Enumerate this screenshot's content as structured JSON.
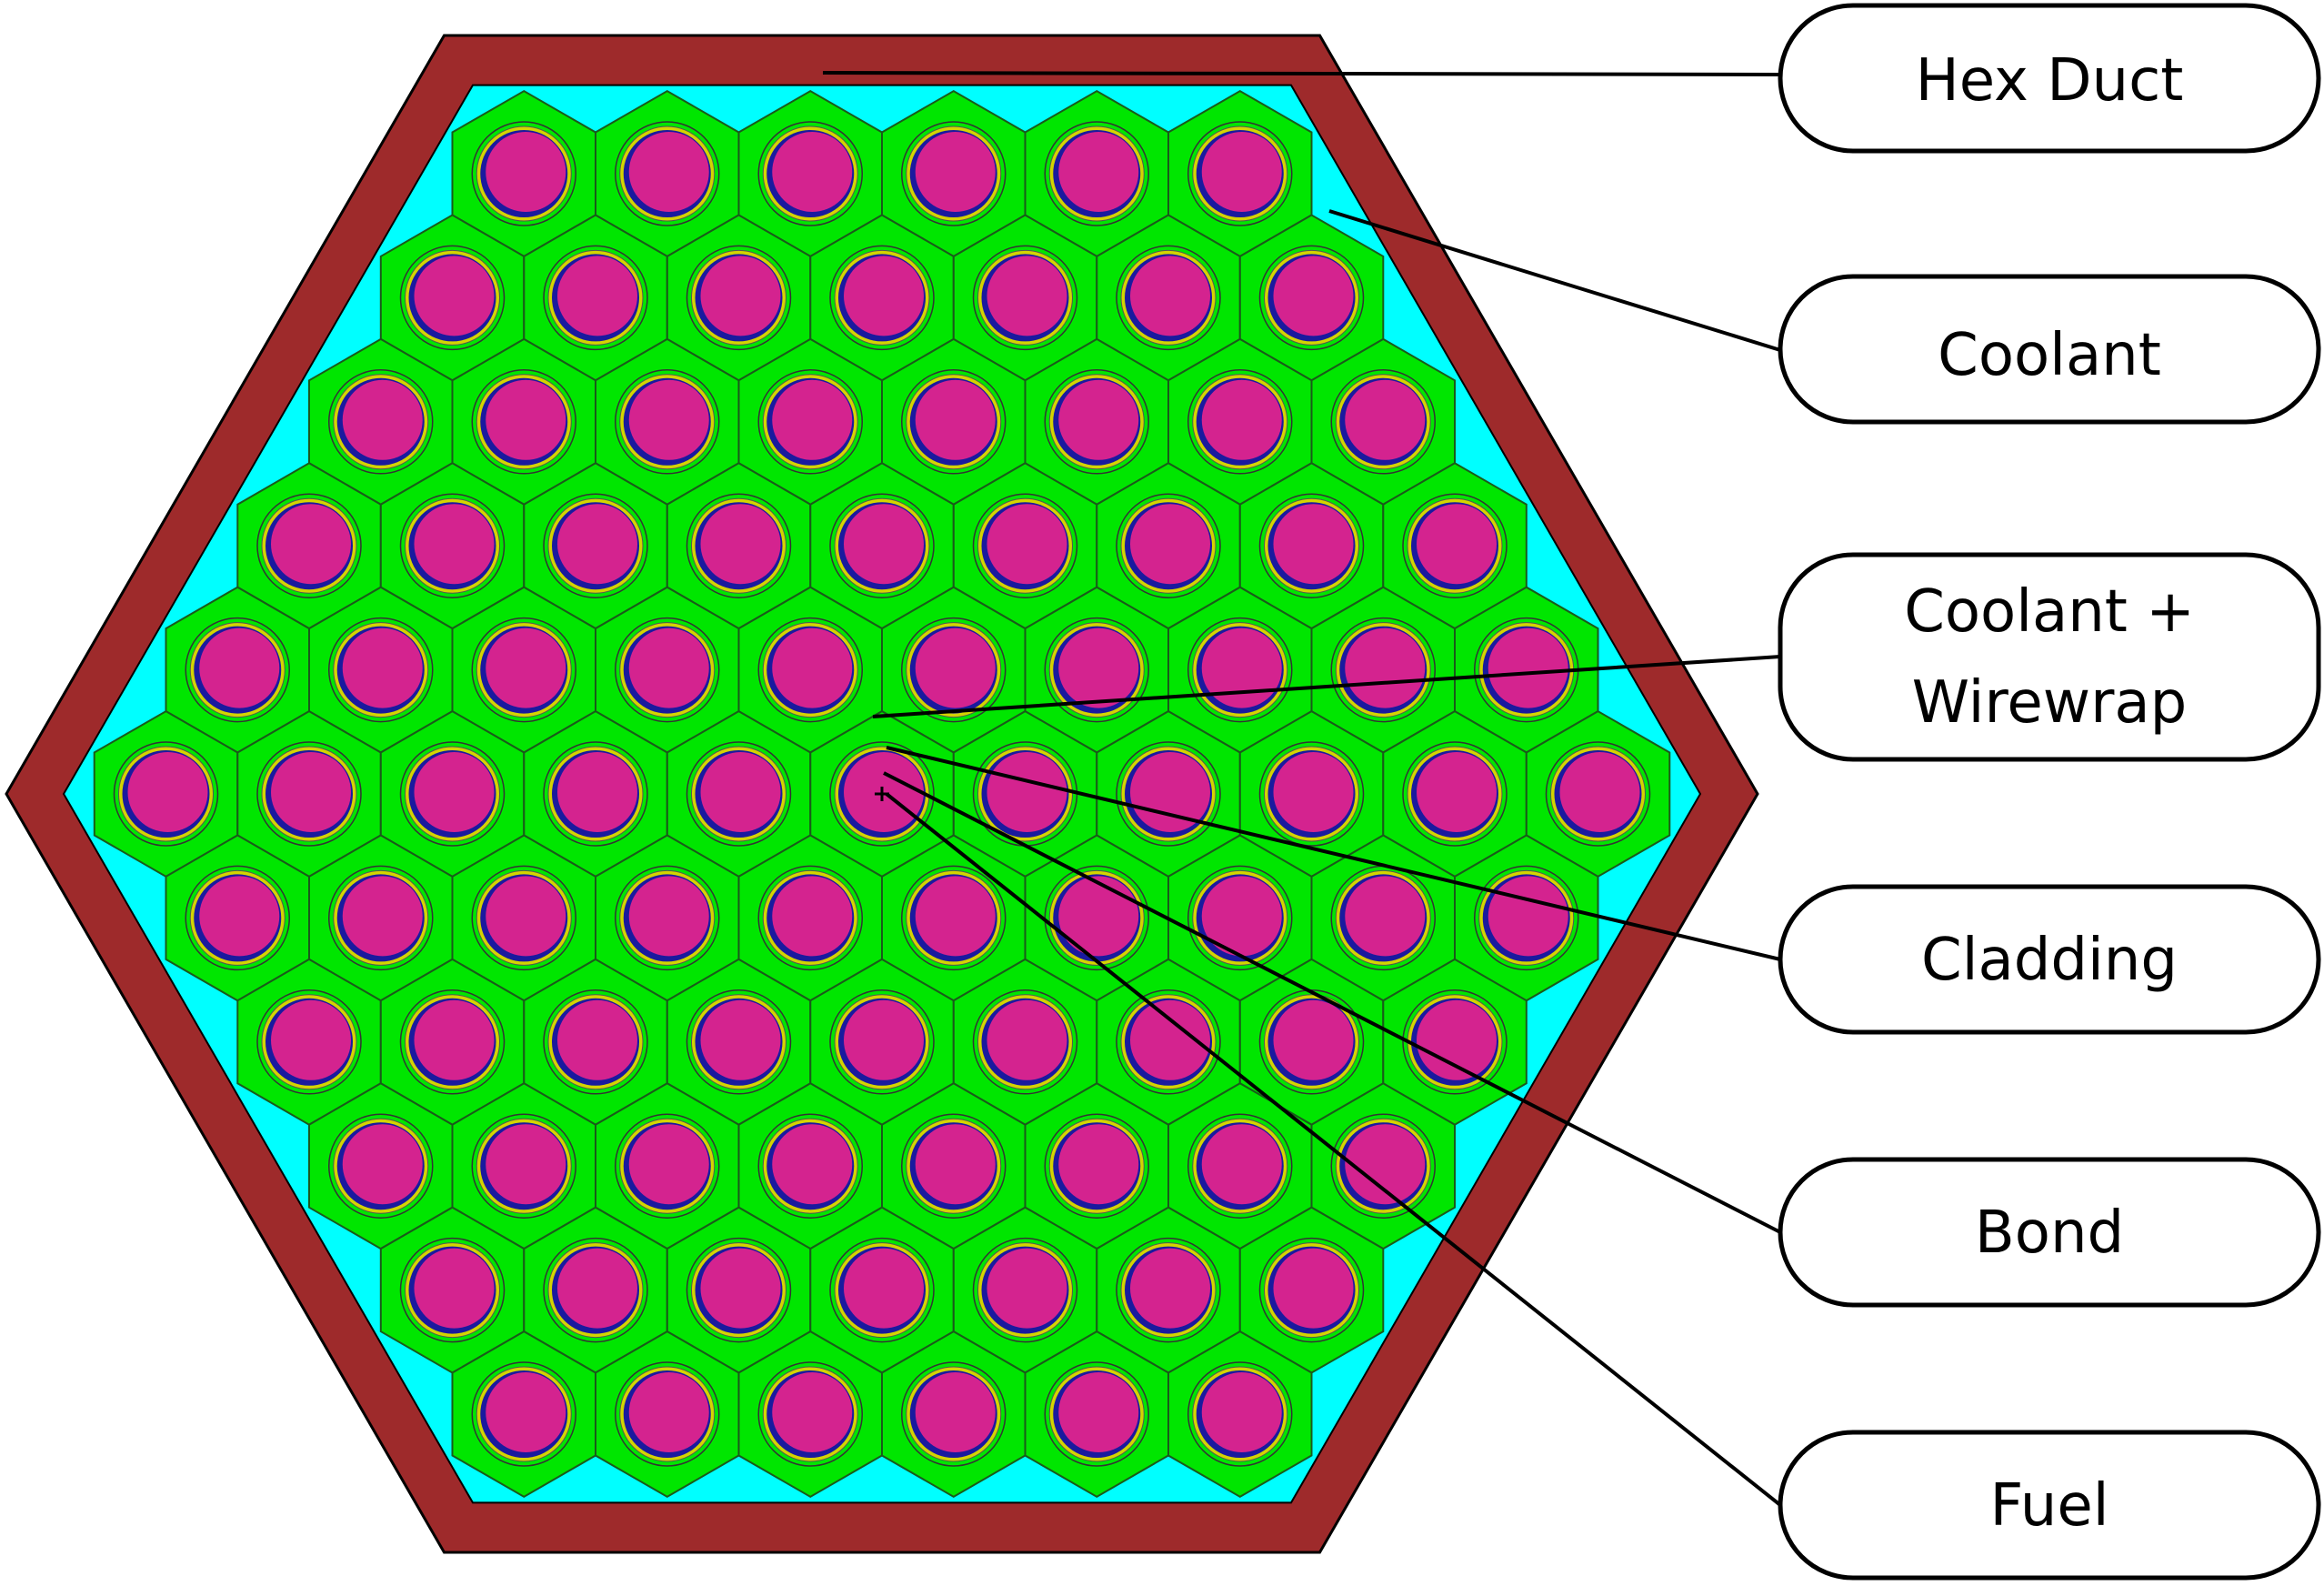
{
  "labels": [
    {
      "id": "hex-duct",
      "lines": [
        "Hex Duct"
      ]
    },
    {
      "id": "coolant",
      "lines": [
        "Coolant"
      ]
    },
    {
      "id": "coolant-wirewrap",
      "lines": [
        "Coolant +",
        "Wirewrap"
      ]
    },
    {
      "id": "cladding",
      "lines": [
        "Cladding"
      ]
    },
    {
      "id": "bond",
      "lines": [
        "Bond"
      ]
    },
    {
      "id": "fuel",
      "lines": [
        "Fuel"
      ]
    }
  ],
  "assembly": {
    "pins_per_side": 6,
    "pin_count": 91
  },
  "colors": {
    "duct": "#9e2a2b",
    "coolant": "#00ffff",
    "wirewrap_coolant": "#00e600",
    "cladding": "#d4d400",
    "bond": "#1a1a9e",
    "fuel": "#d4238f",
    "lines": "#000000"
  }
}
